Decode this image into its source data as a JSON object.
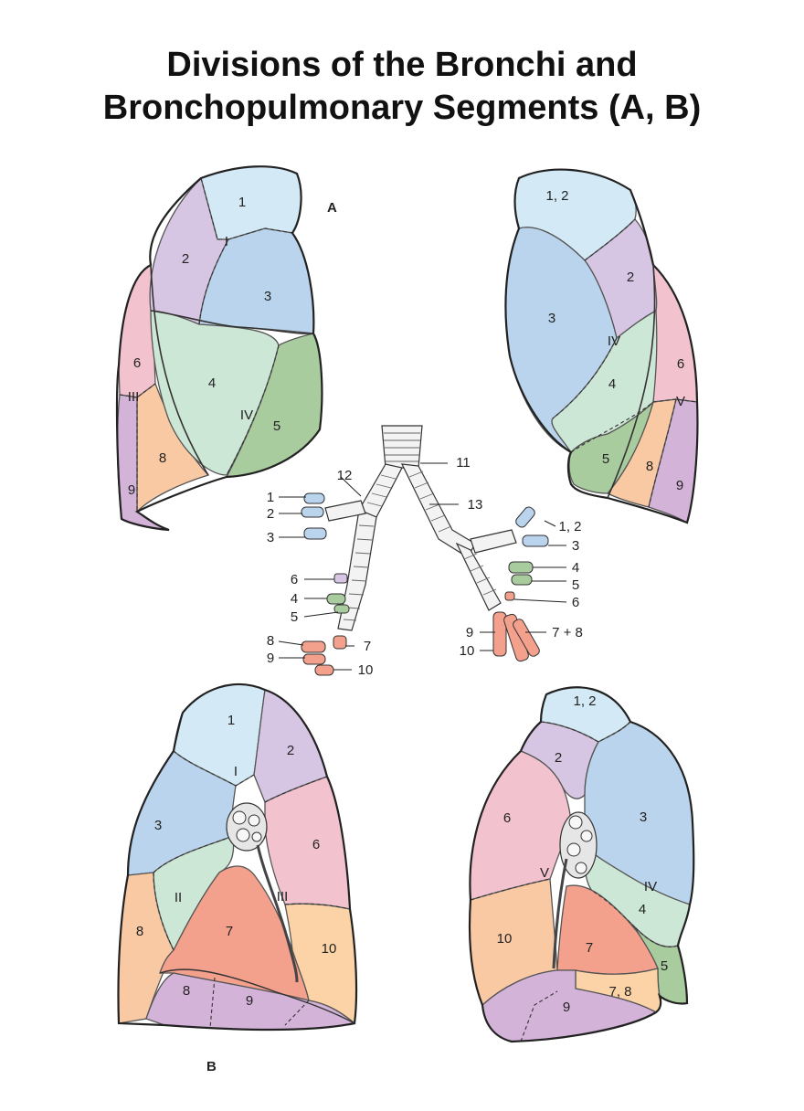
{
  "title": {
    "line1": "Divisions of the Bronchi and",
    "line2": "Bronchopulmonary Segments (A, B)"
  },
  "panel_labels": {
    "a": "A",
    "b": "B"
  },
  "colors": {
    "apical": "#d3eaf6",
    "posterior": "#d7c5e4",
    "anterior": "#b9d4ec",
    "lateral_lingula_sup": "#cde7d6",
    "medial_lingula_inf": "#a9cc9f",
    "superior": "#f2c3cf",
    "anterior_basal": "#f9c9a4",
    "medial_basal": "#f3a08c",
    "lateral_basal": "#d4b3d9",
    "posterior_basal": "#fbd3a6"
  },
  "panel_a": {
    "right_lung": {
      "s1": "1",
      "v1": "I",
      "s2": "2",
      "s3": "3",
      "s6": "6",
      "v3": "III",
      "s4": "4",
      "v4": "IV",
      "s5": "5",
      "s8": "8",
      "s9": "9"
    },
    "left_lung": {
      "s12": "1, 2",
      "s2": "2",
      "s3": "3",
      "v4": "IV",
      "s4": "4",
      "s5": "5",
      "s6": "6",
      "v5": "V",
      "s8": "8",
      "s9": "9"
    },
    "bronchi": {
      "right": {
        "l1": "1",
        "l2": "2",
        "l3": "3",
        "l6": "6",
        "l4": "4",
        "l5": "5",
        "l8": "8",
        "l9": "9",
        "l7": "7",
        "l10": "10",
        "l12": "12"
      },
      "left": {
        "l11": "11",
        "l13": "13",
        "l12": "1, 2",
        "l3": "3",
        "l4": "4",
        "l5": "5",
        "l6": "6",
        "l78": "7 + 8",
        "l9": "9",
        "l10": "10"
      }
    }
  },
  "panel_b": {
    "right_lung": {
      "s1": "1",
      "v1": "I",
      "s2": "2",
      "s3": "3",
      "s6": "6",
      "v2": "II",
      "v3": "III",
      "s8": "8",
      "s7": "7",
      "s10": "10",
      "s8b": "8",
      "s9": "9"
    },
    "left_lung": {
      "s12": "1, 2",
      "s2": "2",
      "s6": "6",
      "s3": "3",
      "v5": "V",
      "v4": "IV",
      "s4": "4",
      "s10": "10",
      "s7": "7",
      "s5": "5",
      "s78": "7, 8",
      "s9": "9"
    }
  }
}
